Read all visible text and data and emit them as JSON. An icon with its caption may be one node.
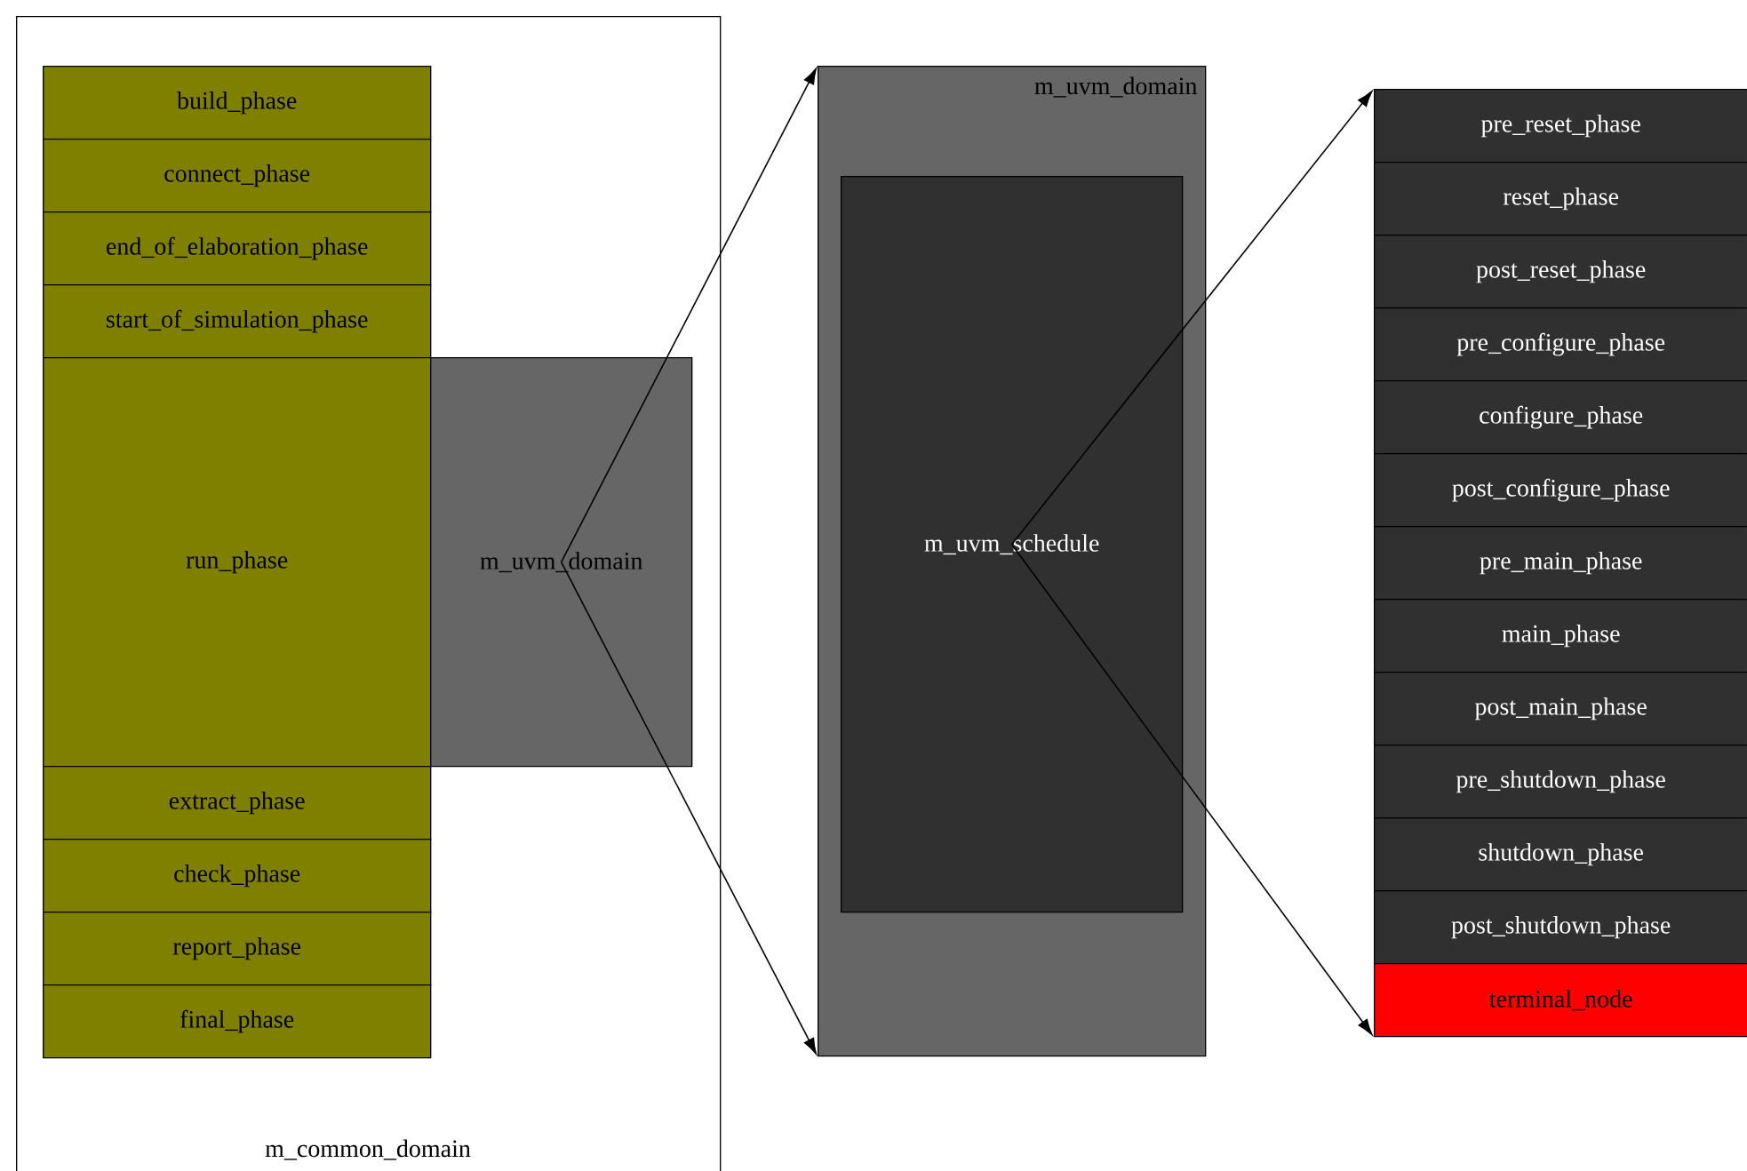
{
  "diagram": {
    "nodes": [
      {
        "text": [
          "m_common_domain"
        ]
      },
      {
        "text": [
          "build_phase"
        ],
        "in": 0
      },
      {
        "text": [
          "connect_phase"
        ],
        "in": 0
      },
      {
        "text": [
          "end_of_elaboration_phase"
        ],
        "in": 0
      },
      {
        "text": [
          "start_of_simulation_phase"
        ],
        "in": 0
      },
      {
        "text": [
          "run_phase"
        ],
        "in": 0
      },
      {
        "text": [
          "m_uvm_domain"
        ],
        "in": 0
      },
      {
        "text": [
          "extract_phase"
        ],
        "in": 0
      },
      {
        "text": [
          "check_phase"
        ],
        "in": 0
      },
      {
        "text": [
          "report_phase"
        ],
        "in": 0
      },
      {
        "text": [
          "final_phase"
        ],
        "in": 0
      },
      {
        "text": [
          "m_uvm_domain"
        ]
      },
      {
        "text": [
          "m_uvm_schedule"
        ],
        "in": 11
      },
      {
        "text": [
          "pre_reset_phase"
        ]
      },
      {
        "text": [
          "reset_phase"
        ]
      },
      {
        "text": [
          "post_reset_phase"
        ]
      },
      {
        "text": [
          "pre_configure_phase"
        ]
      },
      {
        "text": [
          "configure_phase"
        ]
      },
      {
        "text": [
          "post_configure_phase"
        ]
      },
      {
        "text": [
          "pre_main_phase"
        ]
      },
      {
        "text": [
          "main_phase"
        ]
      },
      {
        "text": [
          "post_main_phase"
        ]
      },
      {
        "text": [
          "pre_shutdown_phase"
        ]
      },
      {
        "text": [
          "shutdown_phase"
        ]
      },
      {
        "text": [
          "post_shutdown_phase"
        ]
      },
      {
        "text": [
          "terminal_node"
        ]
      }
    ],
    "edges": [
      {
        "from": 6,
        "to": 11,
        "arrow": "to"
      },
      {
        "from": 6,
        "to": 11,
        "arrow": "to"
      },
      {
        "from": 12,
        "to": 13,
        "arrow": "to"
      },
      {
        "from": 12,
        "to": 25,
        "arrow": "to"
      }
    ]
  }
}
